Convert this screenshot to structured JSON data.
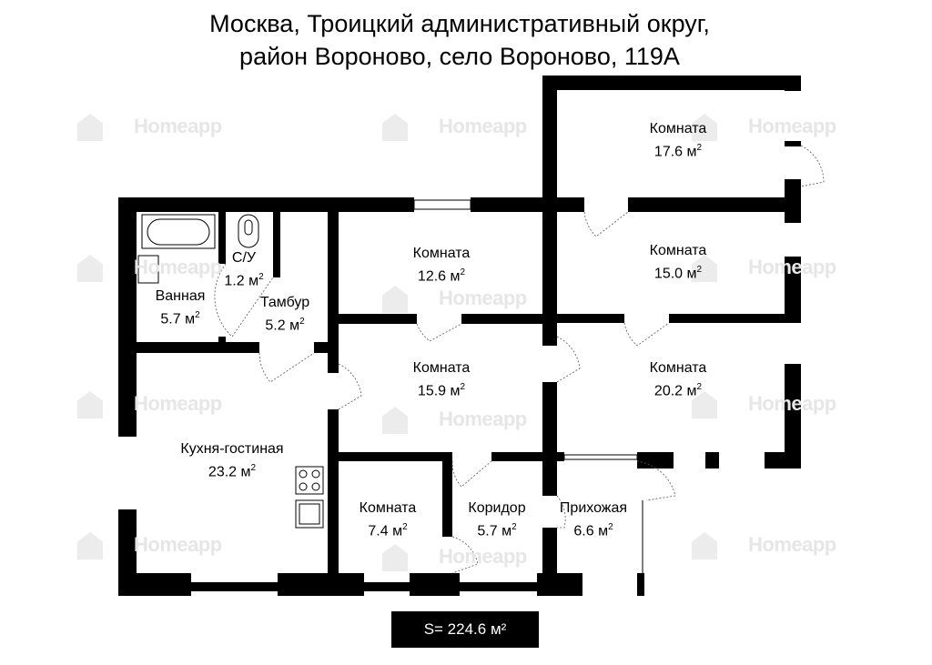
{
  "title": {
    "line1": "Москва, Троицкий административный округ,",
    "line2": "район Вороново, село Вороново, 119А"
  },
  "watermark": "Homeapp",
  "area_unit": "м",
  "rooms": [
    {
      "name": "Комната",
      "area": "17.6"
    },
    {
      "name": "Комната",
      "area": "15.0"
    },
    {
      "name": "Комната",
      "area": "12.6"
    },
    {
      "name": "Комната",
      "area": "15.9"
    },
    {
      "name": "Комната",
      "area": "20.2"
    },
    {
      "name": "С/У",
      "area": "1.2"
    },
    {
      "name": "Ванная",
      "area": "5.7"
    },
    {
      "name": "Тамбур",
      "area": "5.2"
    },
    {
      "name": "Кухня-гостиная",
      "area": "23.2"
    },
    {
      "name": "Комната",
      "area": "7.4"
    },
    {
      "name": "Коридор",
      "area": "5.7"
    },
    {
      "name": "Прихожая",
      "area": "6.6"
    }
  ],
  "total": "S= 224.6 м²",
  "colors": {
    "wall": "#000000",
    "watermark": "#e6e6e6"
  }
}
